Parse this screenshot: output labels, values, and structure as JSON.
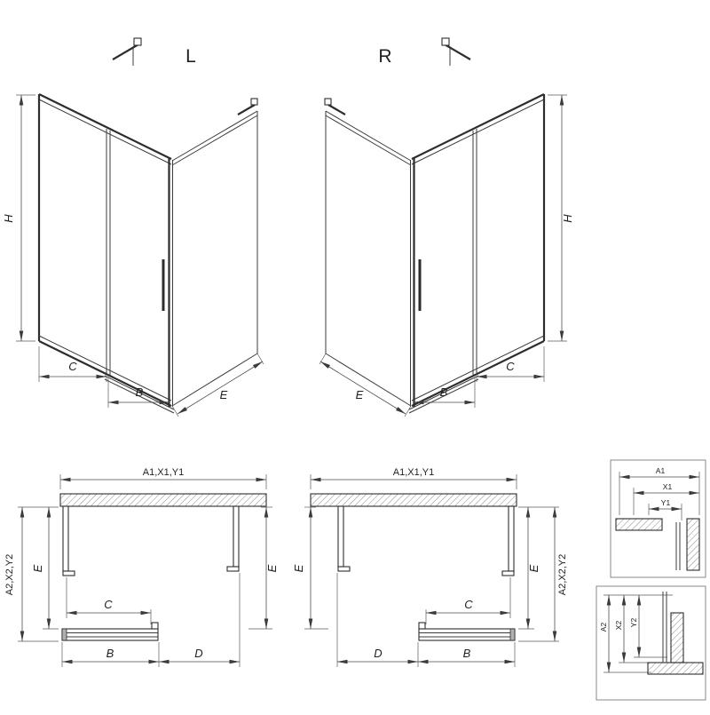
{
  "views": {
    "iso_left": {
      "label": "L",
      "dim_h": "H",
      "dim_c": "C",
      "dim_b": "B",
      "dim_e": "E"
    },
    "iso_right": {
      "label": "R",
      "dim_h": "H",
      "dim_c": "C",
      "dim_b": "B",
      "dim_e": "E"
    },
    "plan_left": {
      "dim_width": "A1,X1,Y1",
      "dim_depth": "A2,X2,Y2",
      "dim_e_left": "E",
      "dim_e_right": "E",
      "dim_c": "C",
      "dim_b": "B",
      "dim_d": "D"
    },
    "plan_center": {
      "dim_width": "A1,X1,Y1",
      "dim_depth": "A2,X2,Y2",
      "dim_e_left": "E",
      "dim_e_right": "E",
      "dim_c": "C",
      "dim_b": "B",
      "dim_d": "D"
    },
    "detail_top": {
      "dim_a1": "A1",
      "dim_x1": "X1",
      "dim_y1": "Y1"
    },
    "detail_bottom": {
      "dim_a2": "A2",
      "dim_x2": "X2",
      "dim_y2": "Y2"
    }
  }
}
